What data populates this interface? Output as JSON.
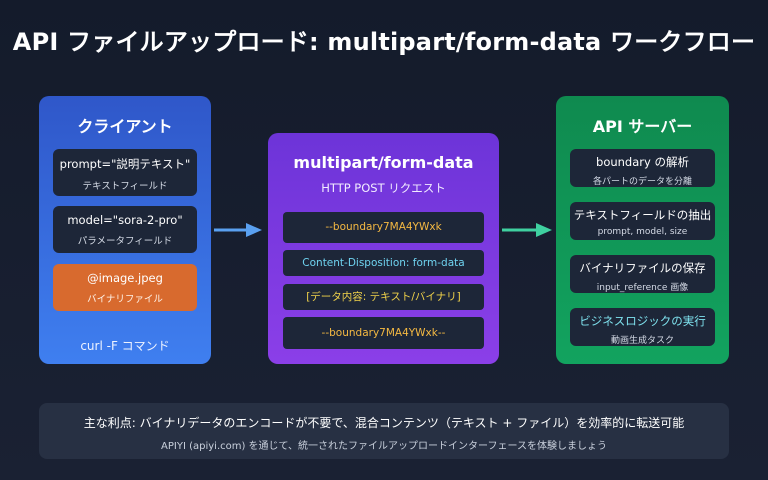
{
  "title": "API ファイルアップロード: multipart/form-data ワークフロー",
  "client": {
    "title": "クライアント",
    "cards": [
      {
        "main": "prompt=\"説明テキスト\"",
        "sub": "テキストフィールド"
      },
      {
        "main": "model=\"sora-2-pro\"",
        "sub": "パラメータフィールド"
      },
      {
        "main": "@image.jpeg",
        "sub": "バイナリファイル"
      }
    ],
    "footer": "curl -F コマンド"
  },
  "multipart": {
    "title": "multipart/form-data",
    "subtitle": "HTTP POST リクエスト",
    "rows": [
      {
        "text": "--boundary7MA4YWxk",
        "color": "#f5b942"
      },
      {
        "text": "Content-Disposition: form-data",
        "color": "#6fd3f0"
      },
      {
        "text": "[データ内容: テキスト/バイナリ]",
        "color": "#f0d24a"
      },
      {
        "text": "--boundary7MA4YWxk--",
        "color": "#f5b942"
      }
    ]
  },
  "server": {
    "title": "API サーバー",
    "cards": [
      {
        "main": "boundary の解析",
        "sub": "各パートのデータを分離",
        "color": "#ffffff"
      },
      {
        "main": "テキストフィールドの抽出",
        "sub": "prompt, model, size",
        "color": "#ffffff"
      },
      {
        "main": "バイナリファイルの保存",
        "sub": "input_reference 画像",
        "color": "#ffffff"
      },
      {
        "main": "ビジネスロジックの実行",
        "sub": "動画生成タスク",
        "color": "#7fe3ef"
      }
    ]
  },
  "footer": {
    "main": "主な利点: バイナリデータのエンコードが不要で、混合コンテンツ（テキスト + ファイル）を効率的に転送可能",
    "sub": "APIYI (apiyi.com) を通じて、統一されたファイルアップロードインターフェースを体験しましょう"
  },
  "colors": {
    "client_arrow": "#5aa0f0",
    "server_arrow": "#3fd0a0"
  }
}
